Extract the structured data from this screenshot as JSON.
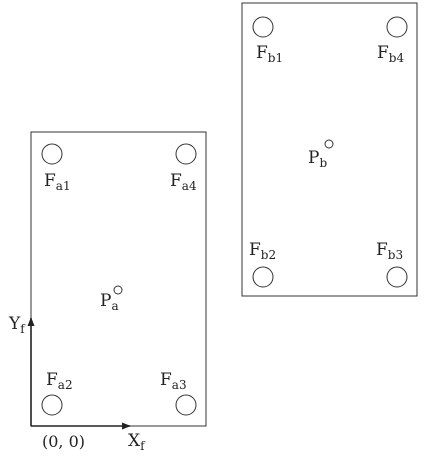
{
  "colors": {
    "stroke": "#333333",
    "text": "#222222",
    "background": "#ffffff"
  },
  "panel_a": {
    "fixtures": [
      {
        "id": "a1",
        "main": "F",
        "sub": "a1"
      },
      {
        "id": "a4",
        "main": "F",
        "sub": "a4"
      },
      {
        "id": "a2",
        "main": "F",
        "sub": "a2"
      },
      {
        "id": "a3",
        "main": "F",
        "sub": "a3"
      }
    ],
    "point": {
      "main": "P",
      "sub": "a"
    }
  },
  "panel_b": {
    "fixtures": [
      {
        "id": "b1",
        "main": "F",
        "sub": "b1"
      },
      {
        "id": "b4",
        "main": "F",
        "sub": "b4"
      },
      {
        "id": "b2",
        "main": "F",
        "sub": "b2"
      },
      {
        "id": "b3",
        "main": "F",
        "sub": "b3"
      }
    ],
    "point": {
      "main": "P",
      "sub": "b"
    }
  },
  "axes": {
    "x": {
      "main": "X",
      "sub": "f"
    },
    "y": {
      "main": "Y",
      "sub": "f"
    },
    "origin": "(0, 0)"
  }
}
